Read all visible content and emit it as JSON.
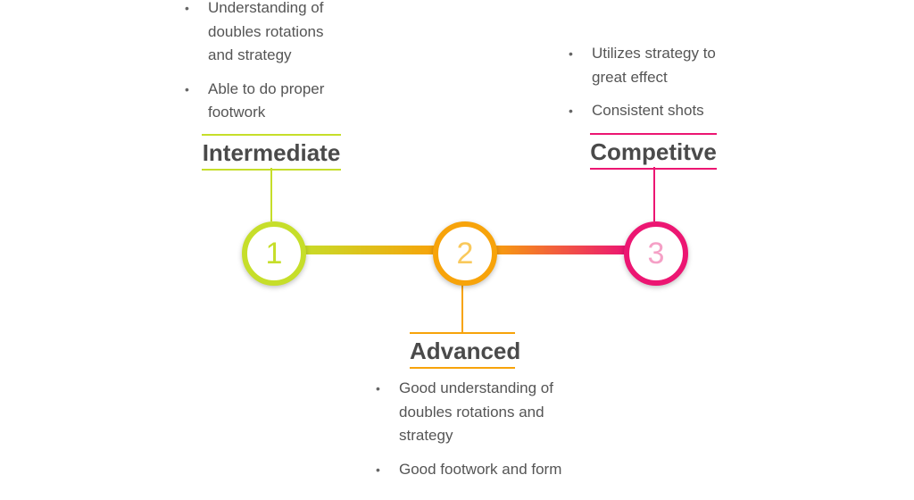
{
  "colors": {
    "stage1": "#c6de2a",
    "stage2": "#f7a30a",
    "stage3": "#ec1672"
  },
  "stages": [
    {
      "number": "1",
      "title": "Intermediate",
      "bullets": [
        "Understanding of doubles rotations and strategy",
        "Able to do proper footwork"
      ]
    },
    {
      "number": "2",
      "title": "Advanced",
      "bullets": [
        "Good understanding of doubles rotations and strategy",
        "Good footwork and form"
      ]
    },
    {
      "number": "3",
      "title": "Competitve",
      "bullets": [
        "Utilizes strategy to great effect",
        "Consistent shots"
      ]
    }
  ]
}
